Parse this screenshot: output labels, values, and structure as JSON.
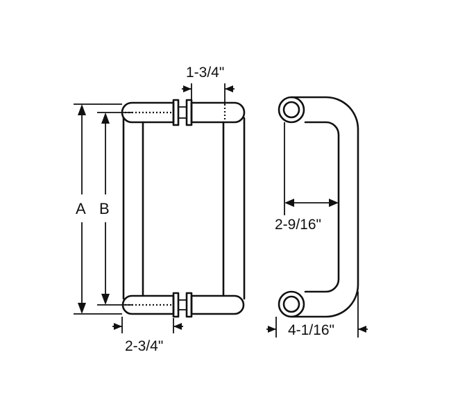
{
  "dimensions": {
    "overall_length_label": "A",
    "center_to_center_label": "B",
    "standoff_height": "1-3/4\"",
    "standoff_projection": "2-3/4\"",
    "inside_clearance": "2-9/16\"",
    "total_projection": "4-1/16\""
  }
}
